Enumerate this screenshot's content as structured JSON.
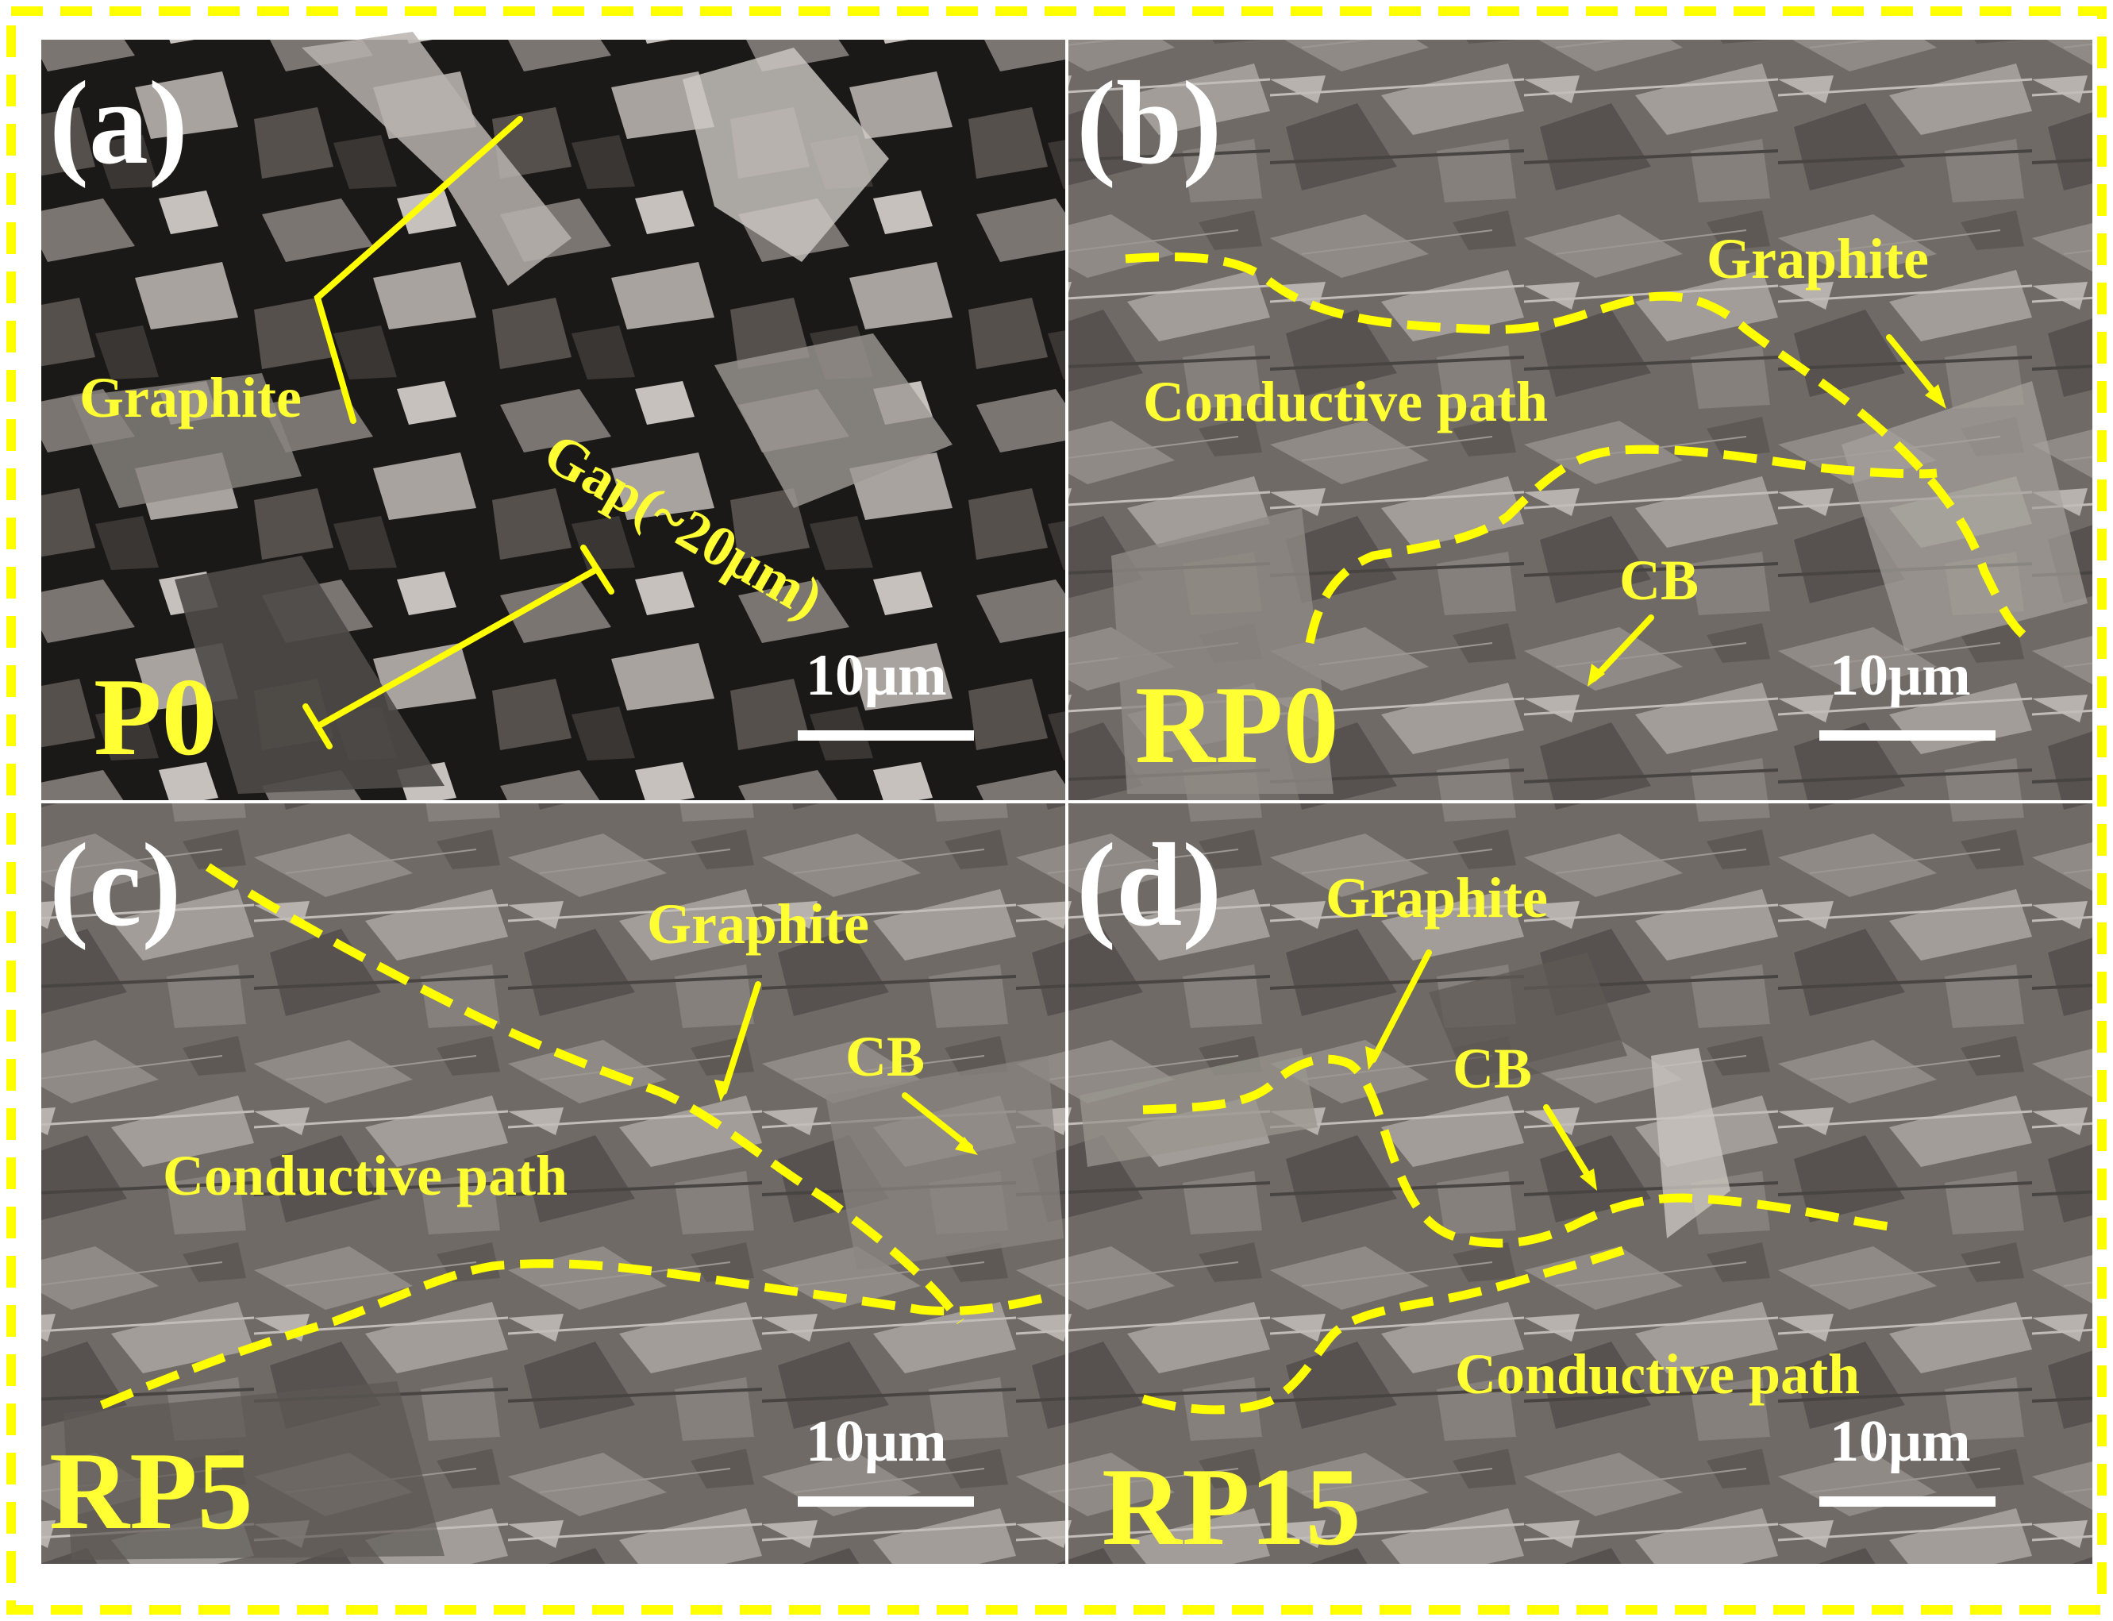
{
  "colors": {
    "frame": "#ffff00",
    "annotation": "#ffff00",
    "panel_letter": "#ffffff",
    "scale_bar": "#ffffff",
    "background": "#ffffff"
  },
  "panels": [
    {
      "letter": "(a)",
      "sample": "P0",
      "scale_bar": "10μm",
      "labels": {
        "graphite": "Graphite",
        "gap": "Gap(~20μm)"
      }
    },
    {
      "letter": "(b)",
      "sample": "RP0",
      "scale_bar": "10μm",
      "labels": {
        "graphite": "Graphite",
        "path": "Conductive path",
        "cb": "CB"
      }
    },
    {
      "letter": "(c)",
      "sample": "RP5",
      "scale_bar": "10μm",
      "labels": {
        "graphite": "Graphite",
        "path": "Conductive path",
        "cb": "CB"
      }
    },
    {
      "letter": "(d)",
      "sample": "RP15",
      "scale_bar": "10μm",
      "labels": {
        "graphite": "Graphite",
        "path": "Conductive path",
        "cb": "CB"
      }
    }
  ]
}
